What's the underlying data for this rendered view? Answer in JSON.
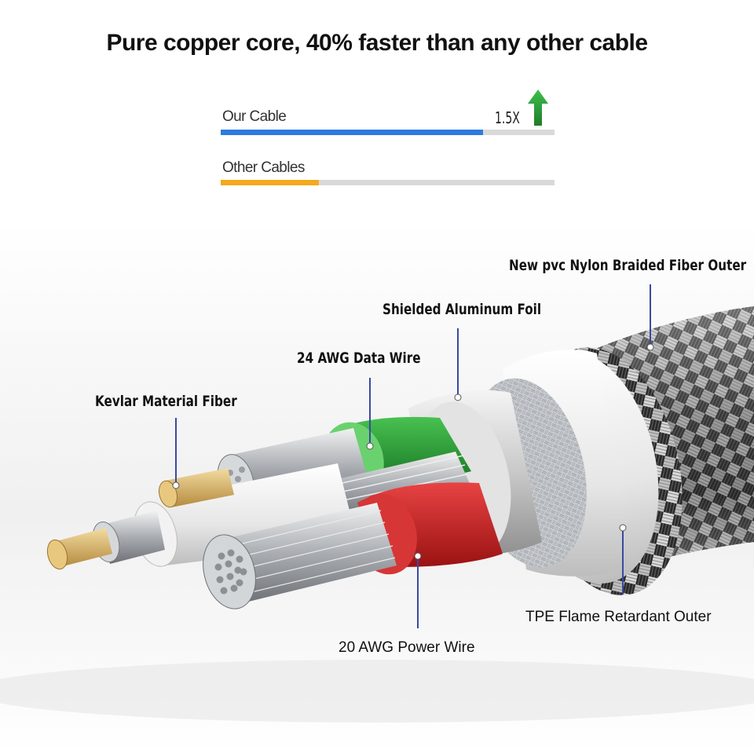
{
  "headline": "Pure copper core, 40% faster than any other cable",
  "comparison": {
    "bars": [
      {
        "label": "Our Cable",
        "fill_fraction": 0.785,
        "color": "#2e7be0"
      },
      {
        "label": "Other Cables",
        "fill_fraction": 0.295,
        "color": "#f5a91c"
      }
    ],
    "multiplier": "1.5X",
    "arrow_icon": "up-arrow-icon",
    "arrow_color": "#2faa3a"
  },
  "callouts": {
    "outer_braid": "New pvc Nylon Braided Fiber Outer",
    "foil": "Shielded Aluminum Foil",
    "data_wire": "24 AWG Data Wire",
    "kevlar": "Kevlar Material Fiber",
    "tpe": "TPE Flame Retardant Outer",
    "power_wire": "20 AWG Power Wire"
  },
  "colors": {
    "green_insulation": "#2c9a3a",
    "red_insulation": "#c81e1e",
    "copper": "#d9b66a",
    "silver": "#b8bcc2"
  }
}
